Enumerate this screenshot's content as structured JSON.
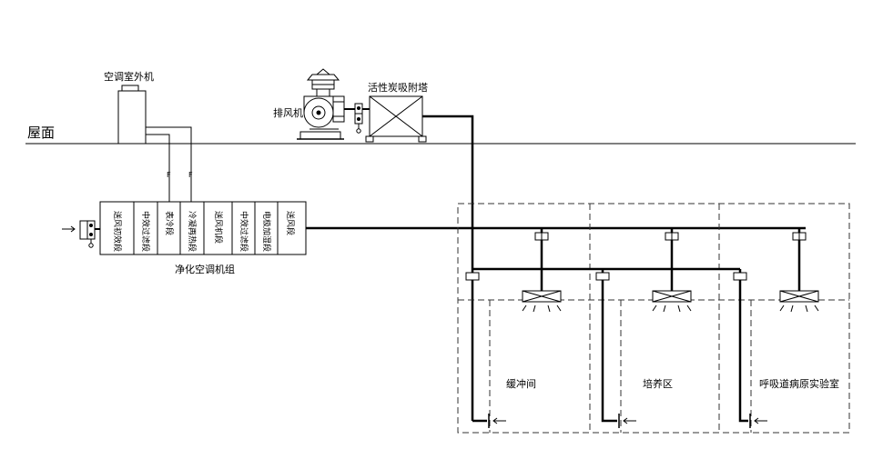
{
  "labels": {
    "roof": "屋面",
    "outdoor_unit": "空调室外机",
    "exhaust_fan": "排风机",
    "carbon_tower": "活性炭吸附塔",
    "ahu": "净化空调机组",
    "room_buffer": "缓冲间",
    "room_culture": "培养区",
    "room_lab": "呼吸道病原实验室"
  },
  "ahu_sections": [
    "送风初效段",
    "中效过滤段",
    "表冷段",
    "冷凝再热段",
    "送风机段",
    "中效过滤段",
    "电极加湿段",
    "送风段"
  ],
  "pipe_marks": [
    "F",
    "F"
  ],
  "colors": {
    "line": "#000000",
    "dashed": "#333333"
  }
}
